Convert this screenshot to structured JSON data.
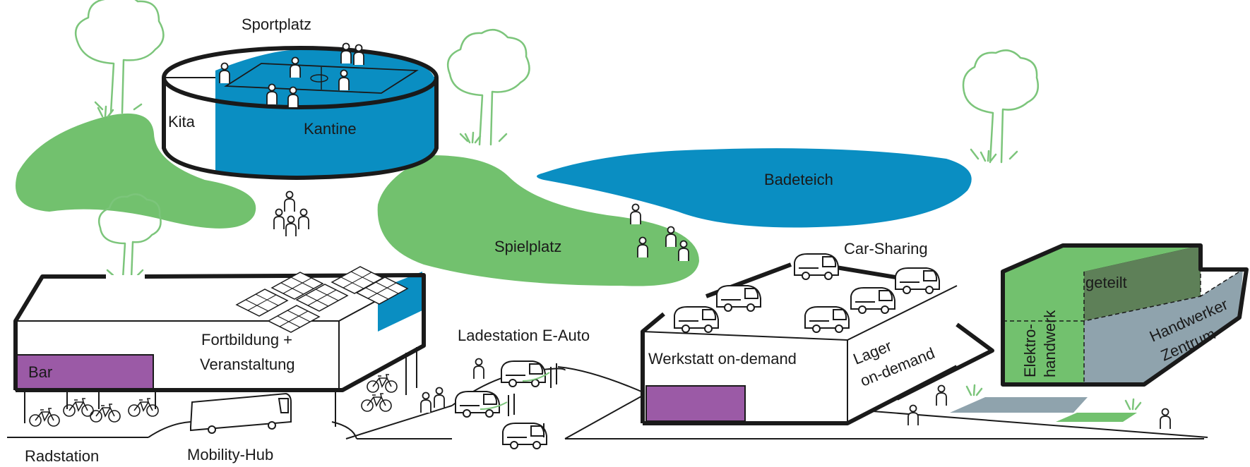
{
  "colors": {
    "green": "#72c16e",
    "blue": "#0a8ec2",
    "purple": "#9b5aa6",
    "dark_green": "#5e8058",
    "grey_blue": "#8fa3ad",
    "tree_line": "#7cc57b",
    "ink": "#1a1a1a"
  },
  "labels": {
    "sportplatz": "Sportplatz",
    "kita": "Kita",
    "kantine": "Kantine",
    "badeteich": "Badeteich",
    "spielplatz": "Spielplatz",
    "car_sharing": "Car-Sharing",
    "fortbildung_1": "Fortbildung +",
    "fortbildung_2": "Veranstaltung",
    "bar": "Bar",
    "ladestation": "Ladestation E-Auto",
    "werkstatt": "Werkstatt on-demand",
    "lager_1": "Lager",
    "lager_2": "on-demand",
    "geteilt": "geteilt",
    "elektro_1": "Elektro-",
    "elektro_2": "handwerk",
    "handwerker_1": "Handwerker",
    "handwerker_2": "Zentrum",
    "radstation": "Radstation",
    "mobility_hub": "Mobility-Hub"
  },
  "icons": [
    "tree-icon",
    "person-icon",
    "car-icon",
    "bicycle-icon",
    "bus-icon",
    "solar-panel-icon",
    "charging-station-icon",
    "grass-tuft-icon"
  ]
}
